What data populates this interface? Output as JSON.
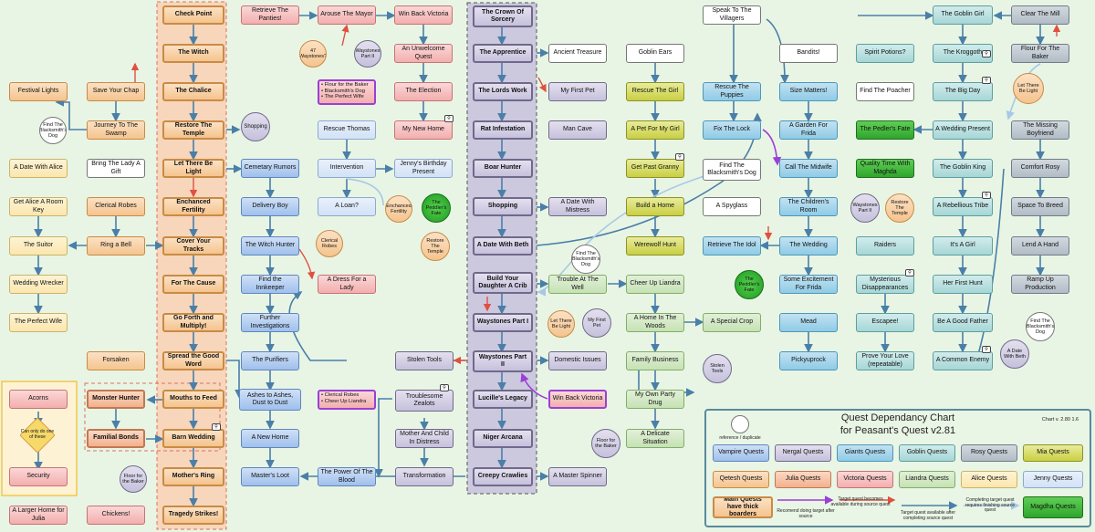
{
  "main_column": [
    "Check Point",
    "The Witch",
    "The Chalice",
    "Restore The Temple",
    "Let There Be Light",
    "Enchanced Fertility",
    "Cover Your Tracks",
    "For The Cause",
    "Go Forth and Multiply!",
    "Spread the Good Word",
    "Mouths to Feed",
    "Barn Wedding",
    "Mother's Ring",
    "Tragedy Strikes!"
  ],
  "nergal_column": [
    "The Crown Of Sorcery",
    "The Apprentice",
    "The Lords Work",
    "Rat Infestation",
    "Boar Hunter",
    "Shopping",
    "A Date With Beth",
    "Build Your Daughter A Crib",
    "Waystones Part I",
    "Waystones Part II",
    "Lucille's Legacy",
    "Niger Arcana",
    "Creepy Crawlies"
  ],
  "alice_column": [
    "Festival Lights",
    "Save Your Chap",
    "Journey To The Swamp",
    "A Date With Alice",
    "Bring The Lady A Gift",
    "Get Alice A Room Key",
    "Clerical Robes",
    "Ring a Bell",
    "The Suitor",
    "Wedding Wrecker",
    "The Perfect Wife"
  ],
  "left_box": [
    "Acorns",
    "Can only do one of these",
    "Security",
    "A Larger Home for Julia",
    "Forsaken",
    "Monster Hunter",
    "Familial Bonds",
    "Chickens!",
    "Floor for the Baker"
  ],
  "vampire_column": [
    "Cemetary Rumors",
    "Delivery Boy",
    "The Witch Hunter",
    "Find the Innkeeper",
    "Further Investigations",
    "The Purifiers",
    "Ashes to Ashes, Dust to Dust",
    "A New Home",
    "Master's Loot",
    "The Power Of The Blood"
  ],
  "victoria_column": [
    "Retrieve The Panties!",
    "Arouse The Mayor",
    "Win Back Victoria",
    "An Unwelcome Quest",
    "The Election",
    "My New Home",
    "A Dress For a Lady"
  ],
  "jenny_column": [
    "Rescue Thomas",
    "Intervention",
    "Jenny's Birthday Present",
    "A Loan?"
  ],
  "flour_list": [
    "Flour for the Baker",
    "Blacksmith's Dog",
    "The Perfect Wife"
  ],
  "clerical_list": [
    "Clerical Robes",
    "Cheer Up Liandra"
  ],
  "nergal_side": [
    "Ancient Treasure",
    "My First Pet",
    "Man Cave",
    "A Date With Mistress",
    "Stolen Tools",
    "Domestic Issues",
    "Troublesome Zealots",
    "Mother And Child In Distress",
    "Transformation",
    "A Master Spinner",
    "Trouble At The Well",
    "Win Back Victoria"
  ],
  "mia_column": [
    "Goblin Ears",
    "Rescue The Girl",
    "A Pet For My Girl",
    "Get Past Granny",
    "Build a Home",
    "Werewolf Hunt"
  ],
  "liandra_column": [
    "Cheer Up Liandra",
    "A Home In The Woods",
    "A Special Crop",
    "Family Business",
    "My Own Party Drug",
    "A Delicate Situation"
  ],
  "giants_column": [
    "Speak To The Villagers",
    "Rescue The Puppies",
    "Fix The Lock",
    "Find The Blacksmith's Dog",
    "A Spyglass",
    "Retrieve The Idol",
    "Bandits!",
    "Size Matters!",
    "A Garden For Frida",
    "Call The Midwife",
    "The Children's Room",
    "The Wedding",
    "Some Excitement For Frida",
    "Mead",
    "Pickyuprock",
    "The Peddler's Fate"
  ],
  "goblin_column": [
    "The Goblin Girl",
    "Spirit Potions?",
    "Find The Poacher",
    "The Kroggoth",
    "The Big Day",
    "A Wedding Present",
    "The Goblin King",
    "A Rebellious Tribe",
    "Raiders",
    "It's A Girl",
    "Her First Hunt",
    "Be A Good Father",
    "A Common Enemy",
    "Mysterious Disappearances",
    "Escapee!",
    "Prove Your Love (repeatable)",
    "The Pedler's Fate",
    "Quality Time With Maghda"
  ],
  "rosy_column": [
    "Clear The Mill",
    "Flour For The Baker",
    "The Missing Boyfriend",
    "Comfort Rosy",
    "Space To Breed",
    "Lend A Hand",
    "Ramp Up Production"
  ],
  "circles": [
    "47 Waystones?",
    "Waystones Part II",
    "Shopping",
    "Find The Blacksmith's Dog",
    "Enchanced Fertility",
    "The Peddler's Fate",
    "Clerical Robes",
    "Restore The Temple",
    "Let There Be Light",
    "My First Pet",
    "Stolen Tools",
    "Floor for the Baker",
    "Find The Blacksmith's Dog",
    "Waystones Part II",
    "Restore The Temple",
    "Let There Be Light",
    "Find The Blacksmith's Dog",
    "A Date With Beth",
    "The Peddler's Fate"
  ],
  "legend": {
    "title": "Quest Dependancy Chart",
    "subtitle": "for Peasant's Quest v2.81",
    "version": "Chart v. 2.80 1.6",
    "reference": "reference / duplicate",
    "categories": [
      "Vampire Quests",
      "Nergal Quests",
      "Giants Quests",
      "Goblin Quests",
      "Rosy Quests",
      "Mia Quests",
      "Qetesh Quests",
      "Julia Quests",
      "Victoria Quests",
      "Liandra Quests",
      "Alice Quests",
      "Jenny Quests",
      "Main Quests have thick boarders",
      "Magdha Quests"
    ],
    "arrows": [
      "Target quest becomes available during source quest",
      "Recomend doing target after source",
      "Target quest available after completing source quest",
      "Completing target quest requires finishing source quest"
    ]
  },
  "colors": {
    "background": "#e8f5e4",
    "line": "#4a7fa8",
    "red_arrow": "#e05040",
    "purple_arrow": "#9b3fd6"
  }
}
